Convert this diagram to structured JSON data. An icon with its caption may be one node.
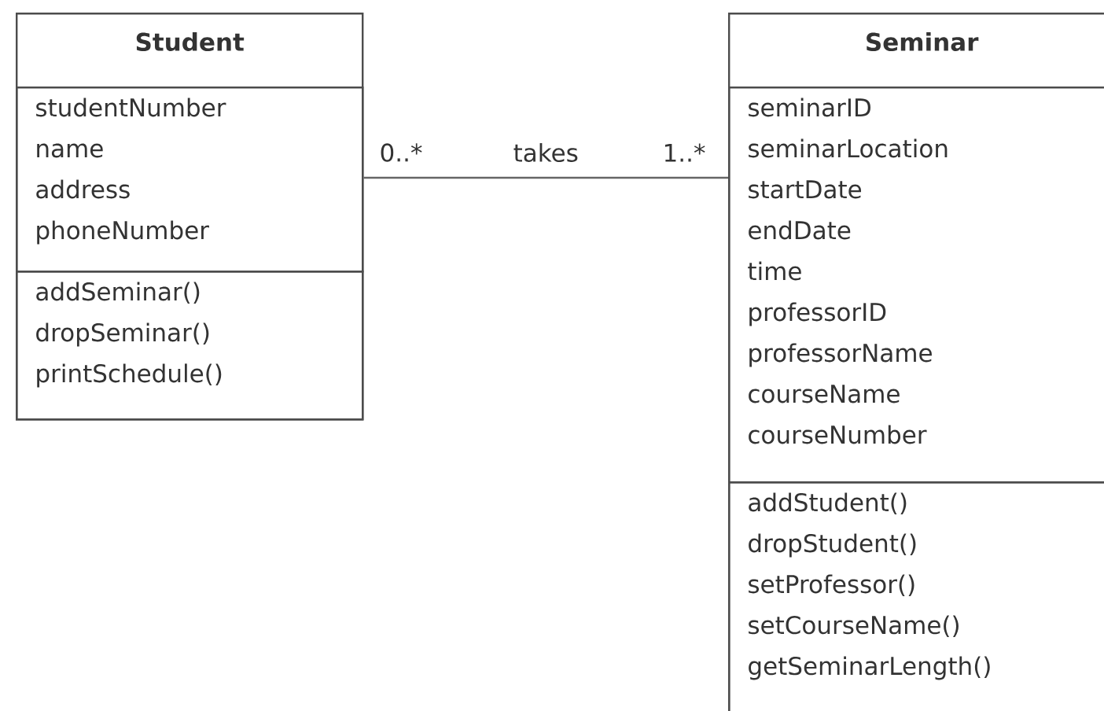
{
  "diagram": {
    "nodes": [
      {
        "text": [
          "Student"
        ]
      },
      {
        "text": [
          "studentNumber",
          "name",
          "address",
          "phoneNumber"
        ],
        "in": 0
      },
      {
        "text": [
          "addSeminar()",
          "dropSeminar()",
          "printSchedule()"
        ],
        "in": 0
      },
      {
        "text": [
          "Seminar"
        ]
      },
      {
        "text": [
          "seminarID",
          "seminarLocation",
          "startDate",
          "endDate",
          "time",
          "professorID",
          "professorName",
          "courseName",
          "courseNumber"
        ],
        "in": 3
      },
      {
        "text": [
          "addStudent()",
          "dropStudent()",
          "setProfessor()",
          "setCourseName()",
          "getSeminarLength()"
        ],
        "in": 3
      }
    ],
    "edges": [
      {
        "from": 0,
        "to": 3,
        "arrow": "none",
        "label": "takes"
      }
    ],
    "labels": [
      "0..*",
      "1..*"
    ]
  }
}
